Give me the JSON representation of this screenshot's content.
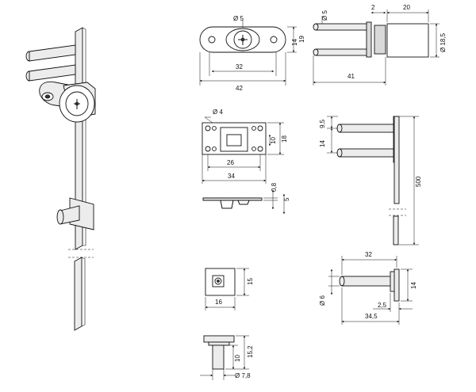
{
  "dimensions": {
    "housing_d5": "Ø 5",
    "housing_19": "19",
    "housing_14": "14",
    "housing_32": "32",
    "housing_42": "42",
    "side_2": "2",
    "side_20": "20",
    "side_d18_5": "Ø 18,5",
    "side_41": "41",
    "plate_d4": "Ø 4",
    "plate_10": "10",
    "plate_18": "18",
    "plate_26": "26",
    "plate_34": "34",
    "clip_0_8": "0,8",
    "clip_5": "5",
    "rod_9_5": "9,5",
    "rod_14": "14",
    "rod_500": "500",
    "square_15": "15",
    "square_16": "16",
    "bolt_32": "32",
    "bolt_14": "14",
    "bolt_d6": "Ø 6",
    "bolt_2_5": "2,5",
    "bolt_34_5": "34,5",
    "knob_10": "10",
    "knob_15_2": "15,2",
    "knob_d7_8": "Ø 7,8"
  }
}
